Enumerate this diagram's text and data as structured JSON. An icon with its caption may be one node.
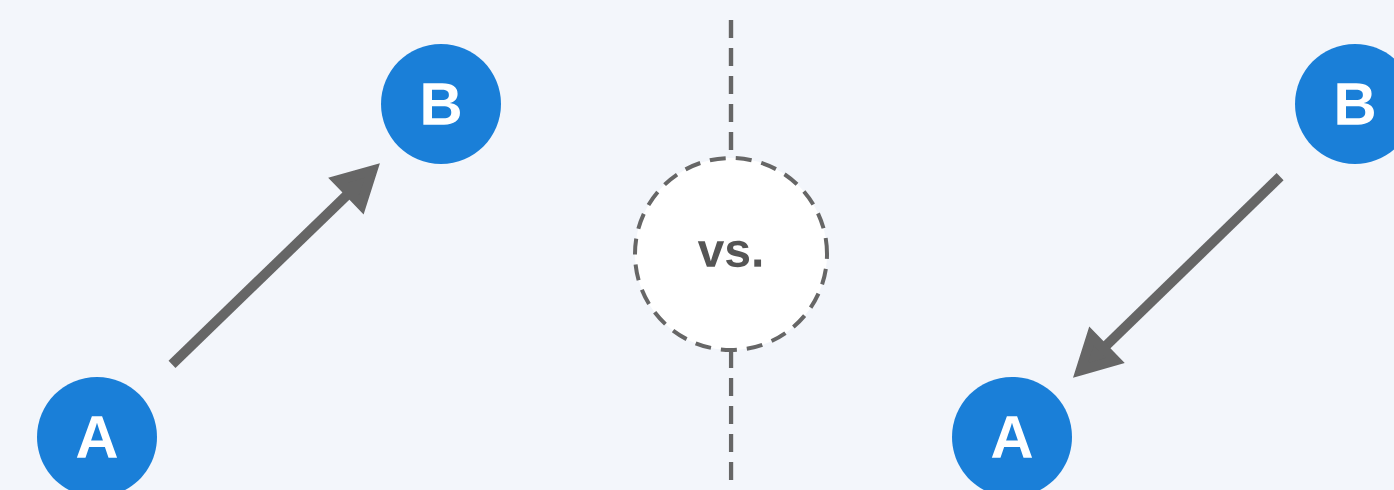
{
  "diagram": {
    "nodes": [
      {
        "text": [
          "A"
        ]
      },
      {
        "text": [
          "B"
        ]
      },
      {
        "text": [
          "vs."
        ]
      },
      {
        "text": [
          "B"
        ]
      },
      {
        "text": [
          "A"
        ]
      }
    ],
    "edges": [
      {
        "from": 0,
        "to": 1,
        "arrow": "to"
      },
      {
        "from": 3,
        "to": 4,
        "arrow": "to"
      }
    ]
  }
}
